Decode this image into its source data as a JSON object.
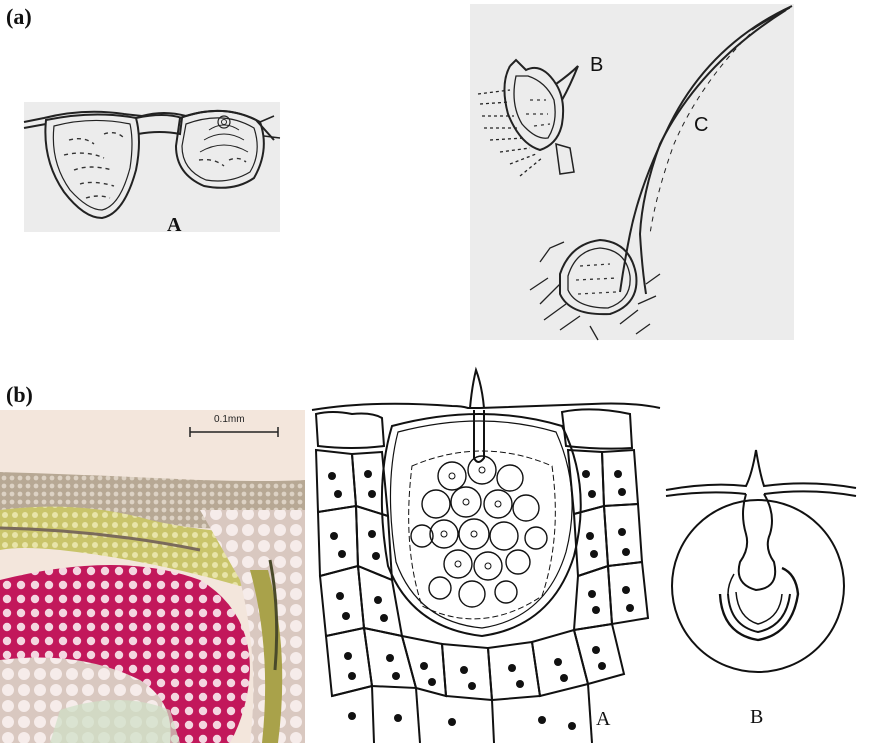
{
  "panel_a": {
    "label": "(a)",
    "fig_A_label": "A",
    "fig_B_label": "B",
    "fig_C_label": "C"
  },
  "panel_b": {
    "label": "(b)",
    "scale_bar": "0.1mm",
    "fig_A_label": "A",
    "fig_B_label": "B"
  },
  "colors": {
    "stain_magenta": "#c2185b",
    "stain_yellow": "#c9c46a",
    "photo_bg": "#f3e6dc"
  }
}
